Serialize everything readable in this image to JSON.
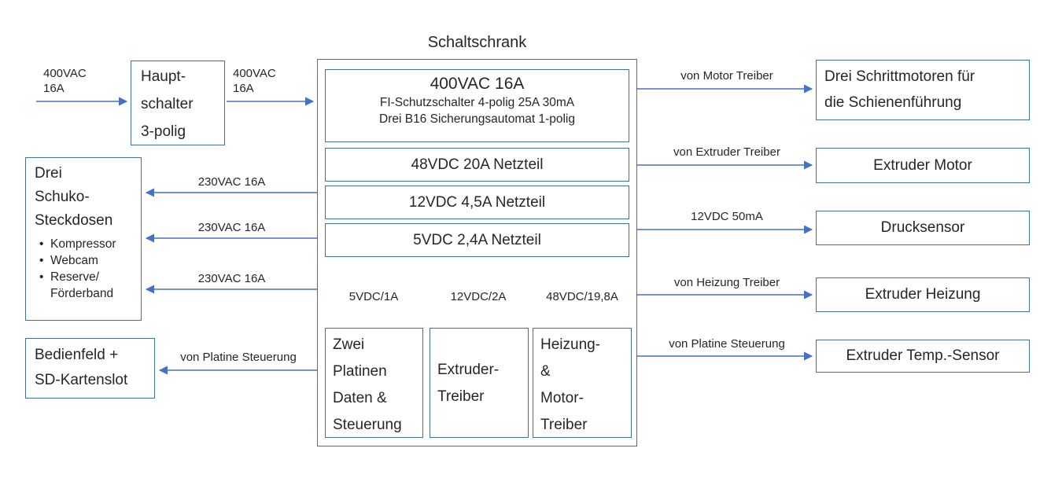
{
  "colors": {
    "border": "#41719C",
    "arrow": "#4472C4",
    "text": "#262626",
    "bg": "#ffffff"
  },
  "title": "Schaltschrank",
  "left": {
    "input_label": "400VAC\n16A",
    "hauptschalter": "Haupt-\nschalter\n3-polig",
    "to_cabinet_label": "400VAC\n16A",
    "schuko": {
      "title": "Drei\nSchuko-\nSteckdosen",
      "bullets": [
        "Kompressor",
        "Webcam",
        "Reserve/\nFörderband"
      ],
      "bullet_glyph": "•",
      "feed_labels": [
        "230VAC 16A",
        "230VAC 16A",
        "230VAC 16A"
      ]
    },
    "bedienfeld": {
      "label": "Bedienfeld +\nSD-Kartenslot",
      "feed_label": "von Platine Steuerung"
    }
  },
  "cabinet": {
    "breaker": {
      "title": "400VAC 16A",
      "line2": "FI-Schutzschalter 4-polig 25A 30mA",
      "line3": "Drei B16 Sicherungsautomat 1-polig"
    },
    "supplies": [
      "48VDC 20A Netzteil",
      "12VDC 4,5A Netzteil",
      "5VDC 2,4A Netzteil"
    ],
    "feeds": [
      {
        "label": "5VDC/1A",
        "target": "Zwei\nPlatinen\nDaten &\nSteuerung"
      },
      {
        "label": "12VDC/2A",
        "target": "Extruder-\nTreiber"
      },
      {
        "label": "48VDC/19,8A",
        "target": "Heizung-\n&\nMotor-\nTreiber"
      }
    ]
  },
  "right": {
    "outputs": [
      {
        "label": "von Motor Treiber",
        "target": "Drei Schrittmotoren für\ndie Schienenführung"
      },
      {
        "label": "von Extruder Treiber",
        "target": "Extruder Motor"
      },
      {
        "label": "12VDC 50mA",
        "target": "Drucksensor"
      },
      {
        "label": "von Heizung Treiber",
        "target": "Extruder Heizung"
      },
      {
        "label": "von Platine Steuerung",
        "target": "Extruder Temp.-Sensor"
      }
    ]
  }
}
